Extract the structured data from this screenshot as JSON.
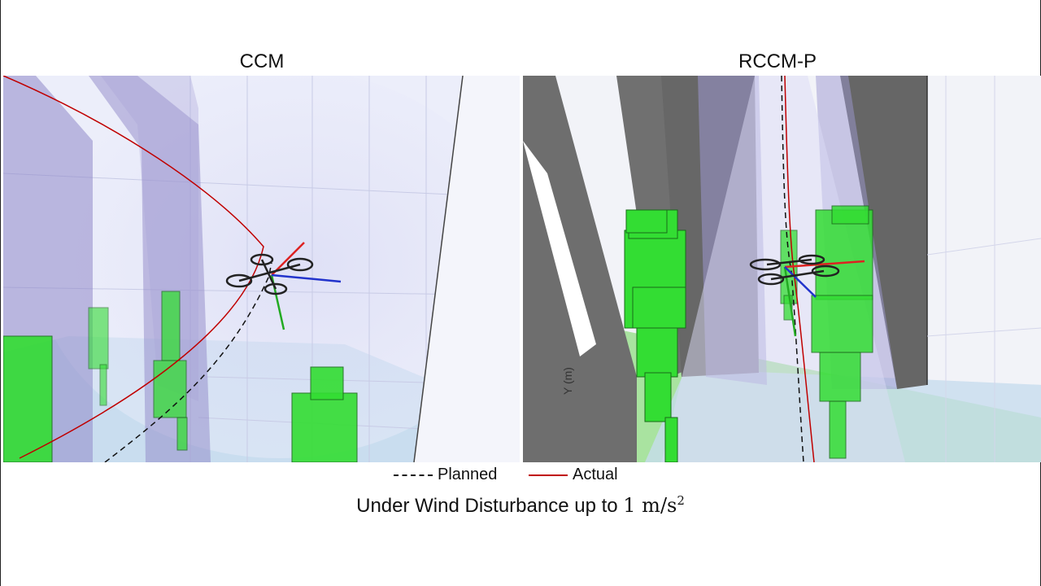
{
  "panels": {
    "left": {
      "title": "CCM"
    },
    "right": {
      "title": "RCCM-P",
      "axis_label": "Y (m)"
    }
  },
  "legend": {
    "planned": {
      "label": "Planned",
      "style": "dashed",
      "color": "#111111"
    },
    "actual": {
      "label": "Actual",
      "style": "solid",
      "color": "#c00000"
    }
  },
  "caption": {
    "text": "Under Wind Disturbance up to",
    "math": "1 m/s",
    "exponent": "2"
  },
  "colors": {
    "obstacle_green": "#33dd33",
    "wall_purple": "#8f88c8",
    "wall_gray": "#6e6e6e",
    "floor_blue": "#c7dcee",
    "floor_green": "#a9e3a0",
    "trajectory_actual": "#c00000",
    "axis_x": "#dd2222",
    "axis_y": "#22aa22",
    "axis_z": "#2233cc"
  }
}
